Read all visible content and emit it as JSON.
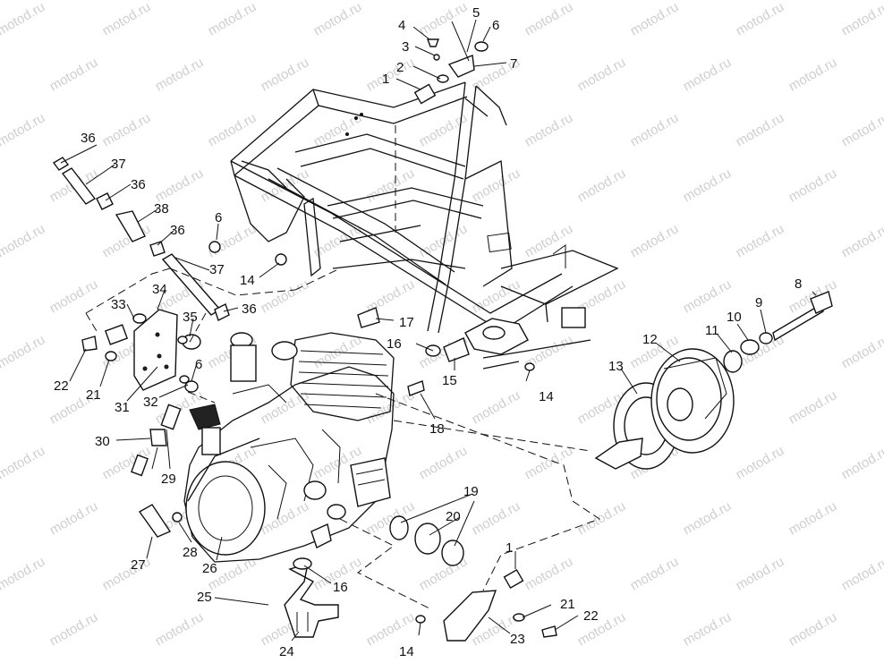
{
  "watermark": "motod.ru",
  "callouts": {
    "c1_top": "1",
    "c2": "2",
    "c3": "3",
    "c4": "4",
    "c5": "5",
    "c6_top": "6",
    "c7": "7",
    "c8": "8",
    "c9": "9",
    "c10": "10",
    "c11": "11",
    "c12": "12",
    "c13": "13",
    "c14_mid": "14",
    "c14_right": "14",
    "c14_bottom": "14",
    "c15": "15",
    "c16_mid": "16",
    "c16_bottom": "16",
    "c17": "17",
    "c18": "18",
    "c19": "19",
    "c20": "20",
    "c21_left": "21",
    "c21_right": "21",
    "c22_left": "22",
    "c22_right": "22",
    "c23": "23",
    "c24": "24",
    "c25": "25",
    "c26": "26",
    "c27": "27",
    "c28": "28",
    "c29": "29",
    "c30": "30",
    "c31": "31",
    "c32": "32",
    "c33": "33",
    "c34": "34",
    "c35": "35",
    "c36_a": "36",
    "c36_b": "36",
    "c36_c": "36",
    "c36_d": "36",
    "c37_a": "37",
    "c37_b": "37",
    "c38": "38",
    "c6_left": "6",
    "c6_bracket": "6",
    "c1_bottom": "1"
  }
}
